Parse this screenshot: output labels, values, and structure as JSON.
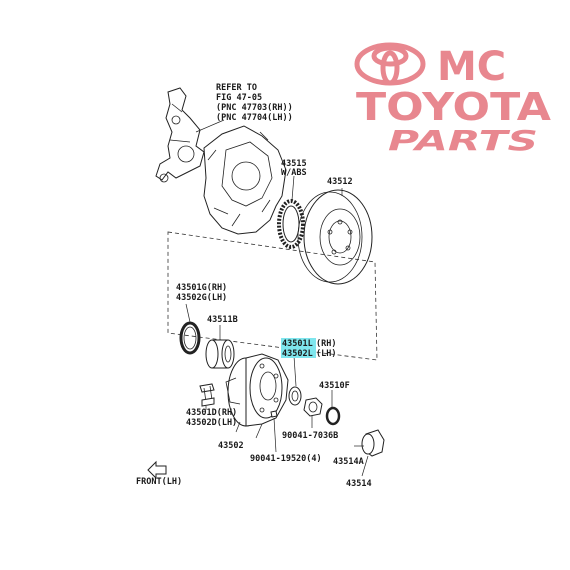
{
  "brand": {
    "line1": "MC",
    "line2": "TOYOTA",
    "line3": "PARTS",
    "color": "#e8878f"
  },
  "labels": {
    "refer_to": "REFER TO",
    "fig": "FIG 47-05",
    "pnc1": "(PNC 47703(RH))",
    "pnc2": "(PNC 47704(LH))",
    "p43515": "43515",
    "p43515_note": "W/ABS",
    "p43512": "43512",
    "p43501g": "43501G(RH)",
    "p43502g": "43502G(LH)",
    "p43511b": "43511B",
    "p43501l": "43501L",
    "p43501l_side": "(RH)",
    "p43502l": "43502L",
    "p43502l_side": "(LH)",
    "p43510f": "43510F",
    "p43501d": "43501D(RH)",
    "p43502d": "43502D(LH)",
    "p43502": "43502",
    "p90041_7036b": "90041-7036B",
    "p90041_19520": "90041-19520(4)",
    "p43514a": "43514A",
    "p43514": "43514",
    "front": "FRONT(LH)"
  },
  "highlight_color": "#7fe6ee"
}
